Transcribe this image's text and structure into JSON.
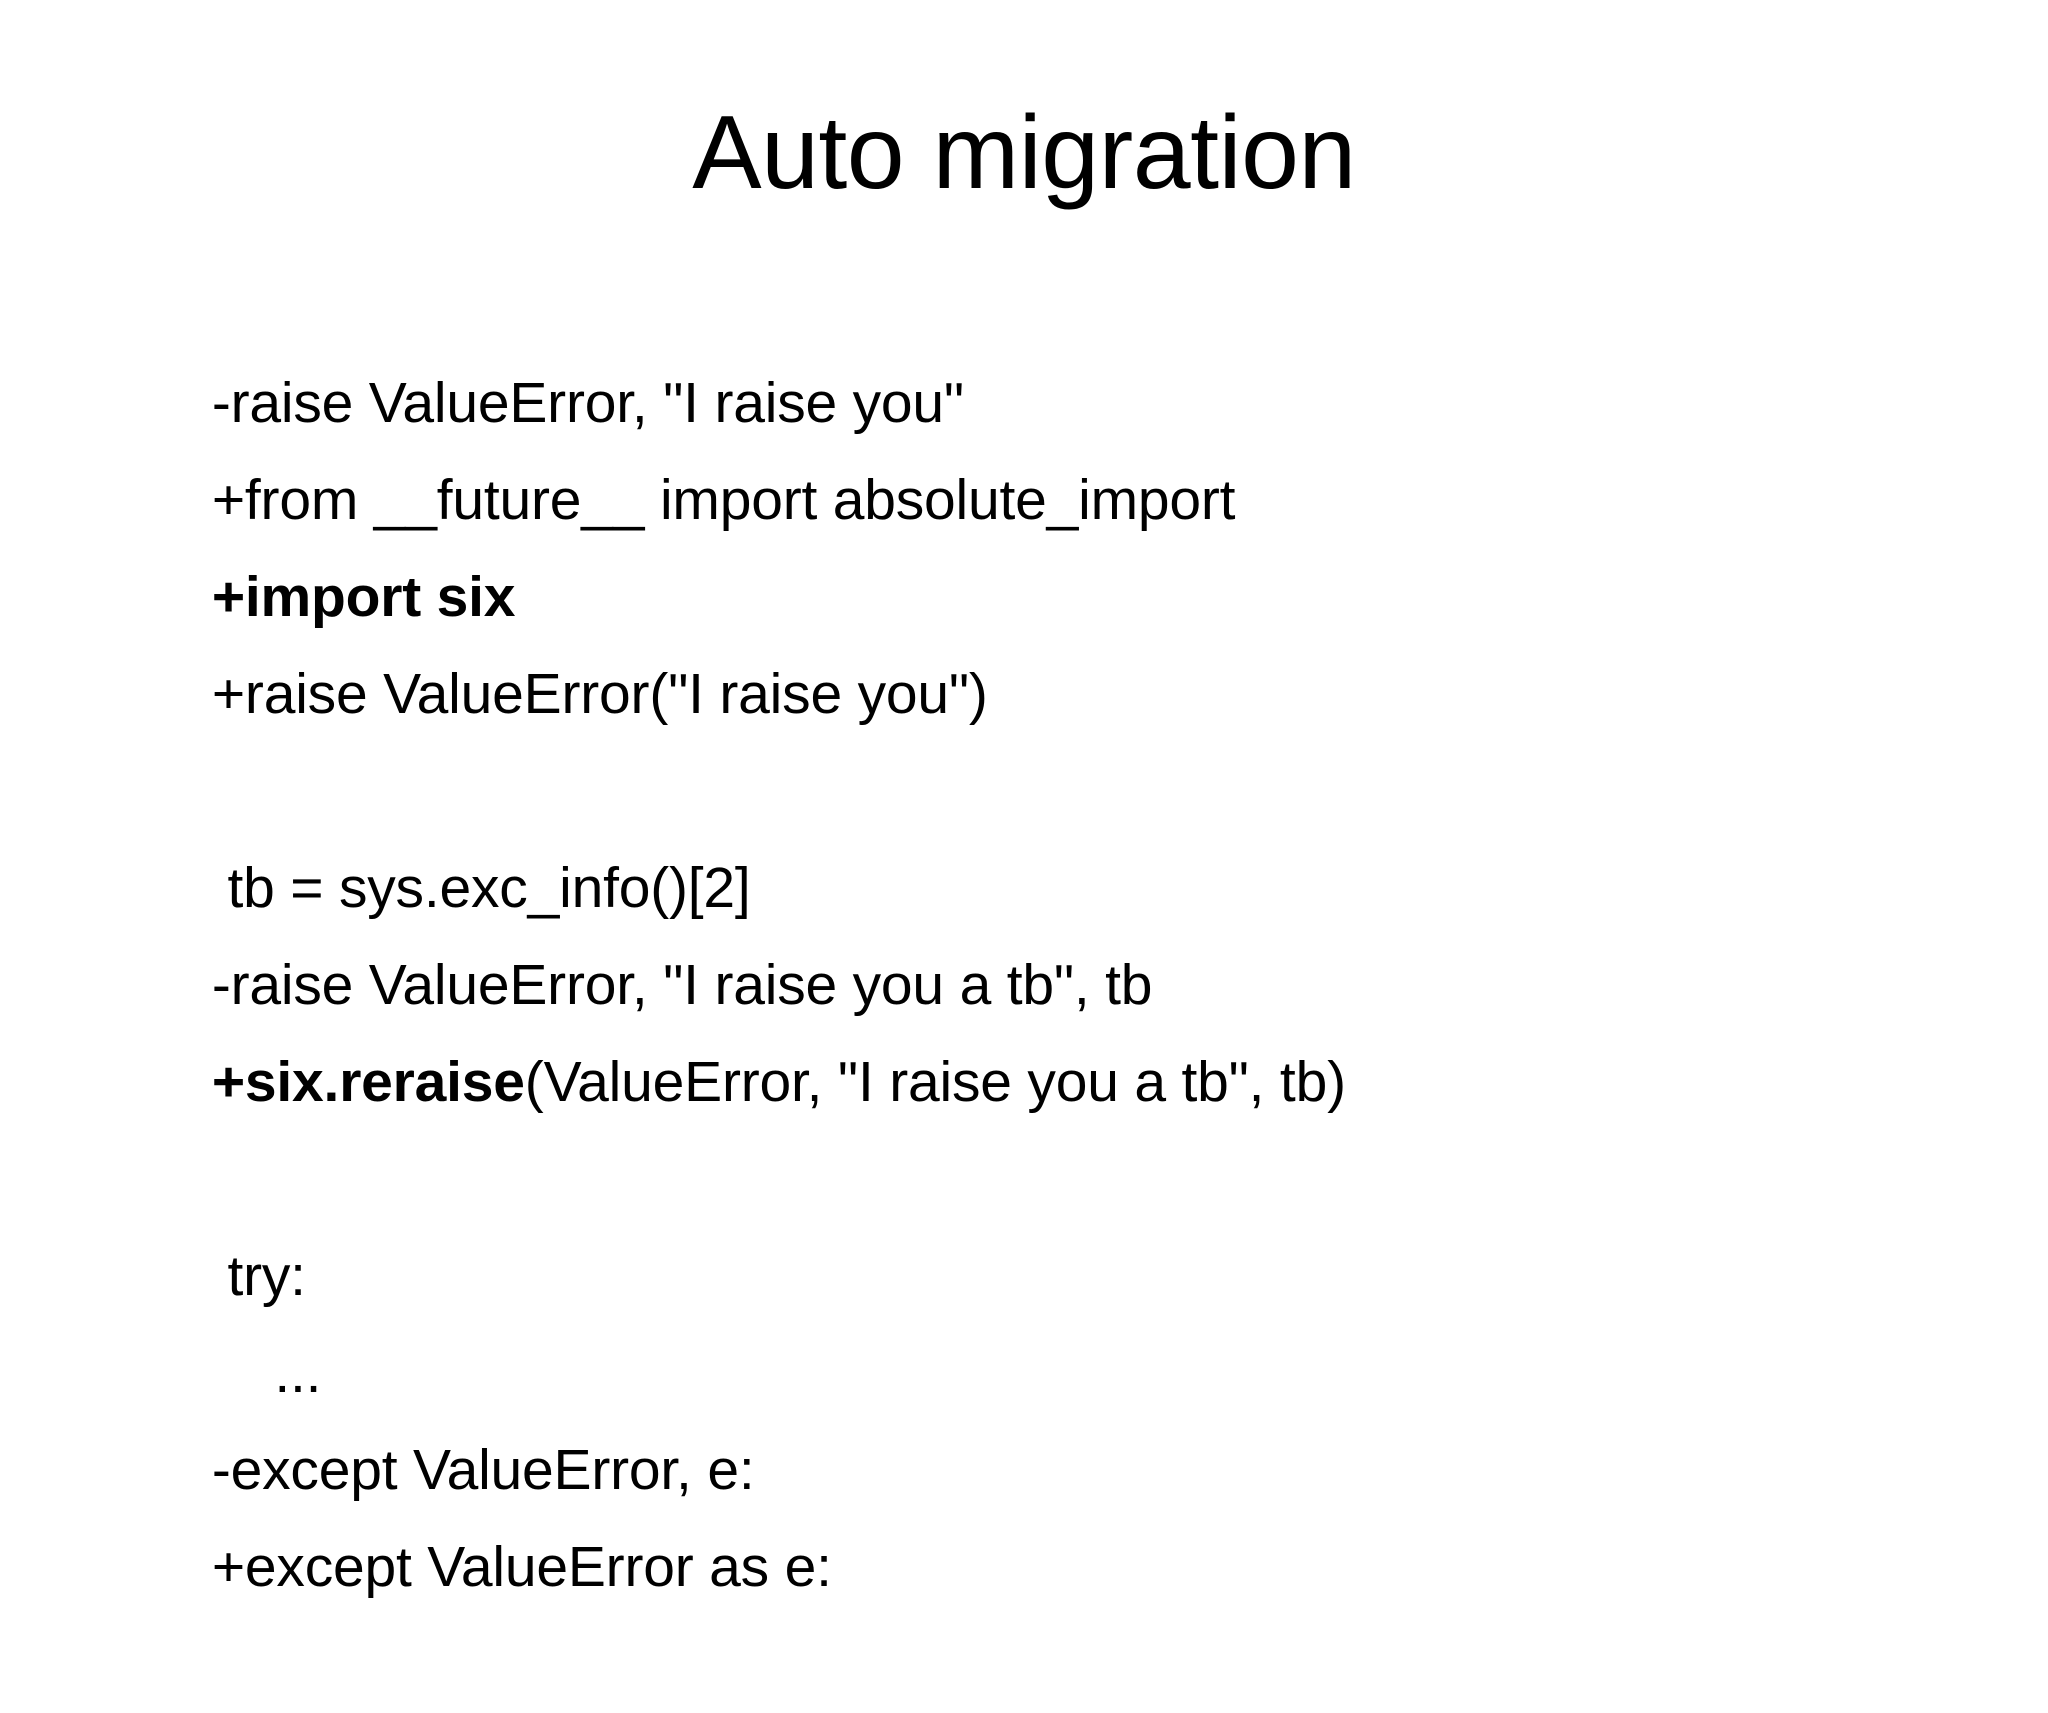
{
  "slide": {
    "title": "Auto migration",
    "background_color": "#ffffff",
    "text_color": "#000000",
    "lines": [
      {
        "id": "line-1",
        "text": "-raise ValueError, \"I raise you\"",
        "bold": false,
        "blank": false
      },
      {
        "id": "line-2",
        "text": "+from __future__ import absolute_import",
        "bold": false,
        "blank": false
      },
      {
        "id": "line-3",
        "text": "+import six",
        "bold": true,
        "blank": false
      },
      {
        "id": "line-4",
        "text": "+raise ValueError(\"I raise you\")",
        "bold": false,
        "blank": false
      },
      {
        "id": "line-5",
        "text": "",
        "bold": false,
        "blank": true
      },
      {
        "id": "line-6",
        "text": " tb = sys.exc_info()[2]",
        "bold": false,
        "blank": false
      },
      {
        "id": "line-7",
        "text": "-raise ValueError, \"I raise you a tb\", tb",
        "bold": false,
        "blank": false
      },
      {
        "id": "line-8",
        "bold_prefix": "+six.reraise",
        "text": "(ValueError, \"I raise you a tb\", tb)",
        "bold": false,
        "blank": false
      },
      {
        "id": "line-9",
        "text": "",
        "bold": false,
        "blank": true
      },
      {
        "id": "line-10",
        "text": " try:",
        "bold": false,
        "blank": false
      },
      {
        "id": "line-11",
        "text": "    ...",
        "bold": false,
        "blank": false
      },
      {
        "id": "line-12",
        "text": "-except ValueError, e:",
        "bold": false,
        "blank": false
      },
      {
        "id": "line-13",
        "text": "+except ValueError as e:",
        "bold": false,
        "blank": false
      }
    ]
  }
}
